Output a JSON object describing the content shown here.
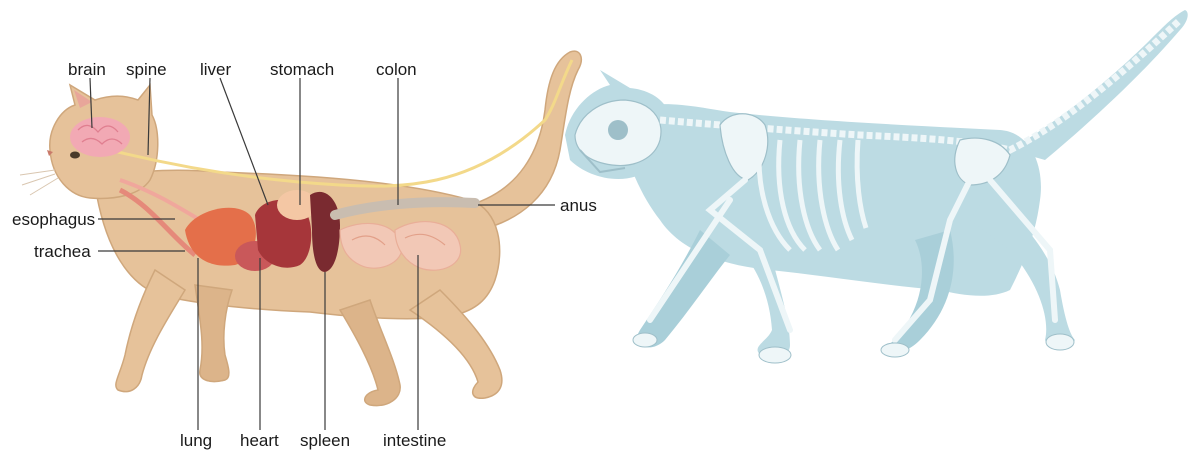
{
  "diagram": {
    "anatomy_labels": {
      "brain": "brain",
      "spine": "spine",
      "liver": "liver",
      "stomach": "stomach",
      "colon": "colon",
      "esophagus": "esophagus",
      "trachea": "trachea",
      "anus": "anus",
      "lung": "lung",
      "heart": "heart",
      "spleen": "spleen",
      "intestine": "intestine"
    },
    "colors": {
      "cat_fur": "#e6c29a",
      "cat_fur_shadow": "#d7ab7d",
      "brain": "#f2a9b4",
      "spine_cord": "#f3d98a",
      "lung": "#e46f4a",
      "heart": "#c9585a",
      "liver": "#a6363a",
      "stomach": "#f4c7a4",
      "spleen": "#7a2a30",
      "intestine": "#f2c8b6",
      "colon": "#c9bdb0",
      "xray_body": "#bcdbe3",
      "xray_bone": "#eef6f8"
    }
  }
}
